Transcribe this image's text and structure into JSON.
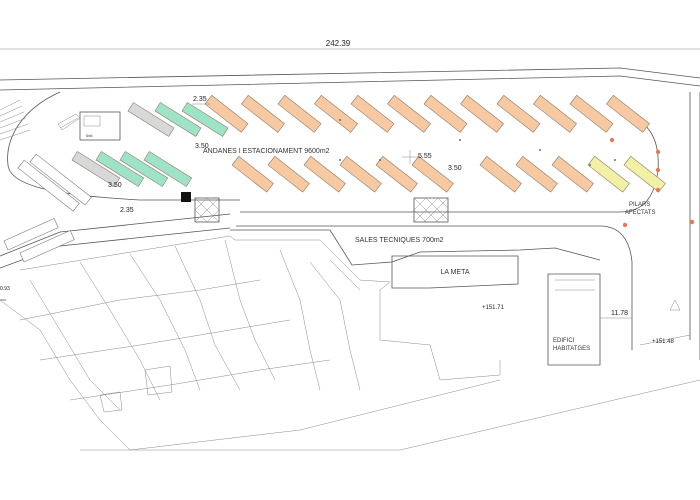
{
  "labels": {
    "overall_width": "242.39",
    "andanes": "ANDANES I ESTACIONAMENT 9600m2",
    "sales": "SALES TECNIQUES 700m2",
    "la_meta": "LA META",
    "edifici_1": "EDIFICI",
    "edifici_2": "HABITATGES",
    "pilars_1": "PILARS",
    "pilars_2": "AFECTATS",
    "elev_1": "+151.71",
    "elev_2": "+151.48",
    "side_left": "0.93",
    "dim_235_top": "2.35",
    "dim_350_top": "3.50",
    "dim_350_left": "3.50",
    "dim_235_left": "2.35",
    "dim_555": "5.55",
    "dim_350_mid": "3.50",
    "dim_1178": "11.78",
    "small_box": "0x6"
  },
  "colors": {
    "bay_orange": "#f6c9a2",
    "bay_green": "#9fe3c6",
    "bay_yellow": "#f2f0a4",
    "bay_grey": "#d8d8d8",
    "pillar_red": "#e07a5f"
  },
  "bays": {
    "top_row": [
      "orange",
      "orange",
      "orange",
      "orange",
      "orange",
      "orange",
      "orange",
      "orange",
      "orange",
      "orange",
      "orange",
      "orange"
    ],
    "bottom_row": [
      "orange",
      "orange",
      "orange",
      "orange",
      "orange",
      "orange",
      "orange",
      "orange",
      "orange",
      "yellow",
      "yellow"
    ],
    "left_top": [
      "grey",
      "green",
      "green"
    ],
    "left_bottom": [
      "grey",
      "green",
      "green",
      "green"
    ]
  }
}
